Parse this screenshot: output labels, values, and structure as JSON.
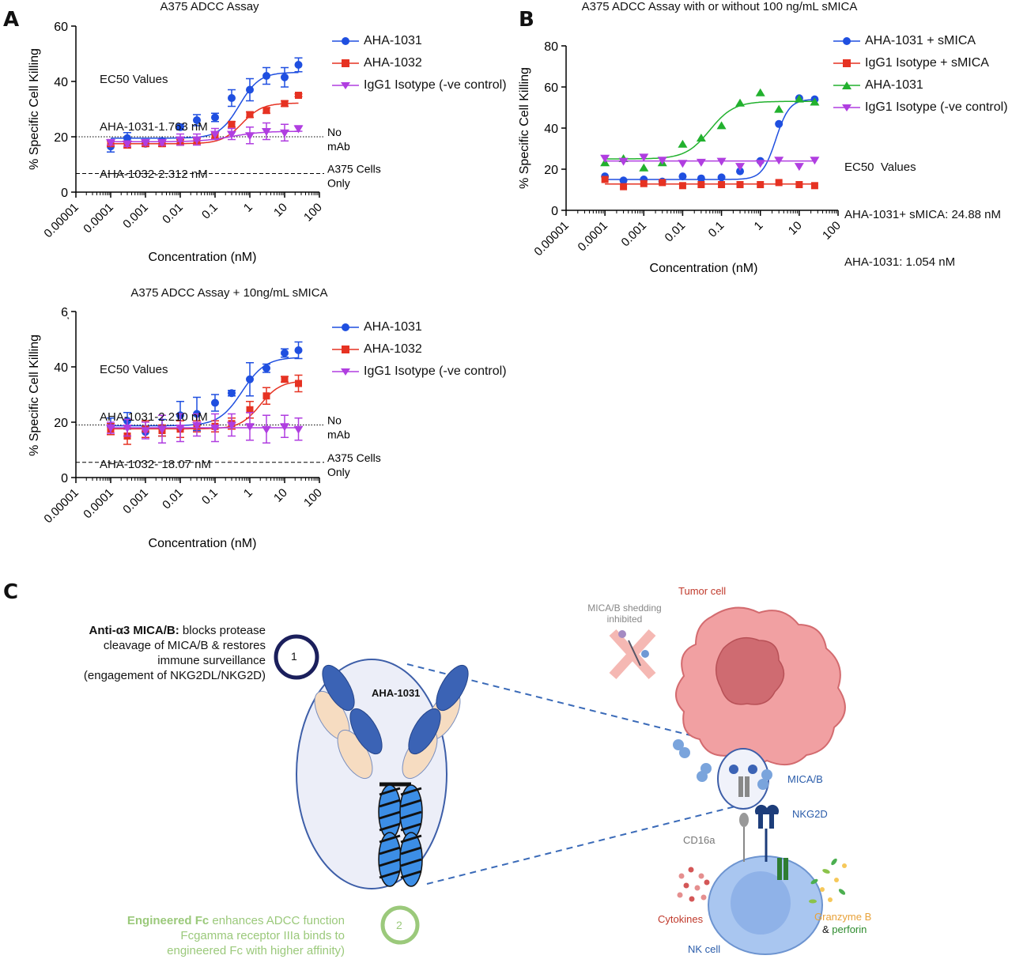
{
  "panels": {
    "a": "A",
    "b": "B",
    "c": "C"
  },
  "chart_data": [
    {
      "id": "chartA1",
      "type": "scatter",
      "title": "A375 ADCC Assay",
      "xlabel": "Concentration (nM)",
      "ylabel": "% Specific Cell Killing",
      "xscale": "log",
      "xlim": [
        1e-05,
        100
      ],
      "ylim": [
        0,
        60
      ],
      "y_ticks": [
        "0",
        "20",
        "40",
        "60"
      ],
      "x_ticks": [
        "0.00001",
        "0.0001",
        "0.001",
        "0.01",
        "0.1",
        "1",
        "10",
        "100"
      ],
      "legend_position": "top-right",
      "ec50_lines": [
        "EC50 Values",
        "AHA-1031-1.763 nM",
        "AHA-1032-2.312 nM"
      ],
      "reference_lines": [
        {
          "y": 20,
          "style": "dotted",
          "label": "No\nmAb"
        },
        {
          "y": 6.7,
          "style": "dashed",
          "label": "A375 Cells\nOnly"
        }
      ],
      "series": [
        {
          "name": "AHA-1031",
          "color": "#1f4fe0",
          "marker": "circle",
          "x": [
            0.0001,
            0.0003,
            0.001,
            0.003,
            0.01,
            0.03,
            0.1,
            0.3,
            1,
            3,
            10,
            25
          ],
          "y": [
            16.5,
            19.5,
            17.5,
            18.5,
            23.5,
            26,
            27,
            34,
            37,
            42,
            41.5,
            46
          ],
          "err": [
            2,
            2,
            1,
            1,
            1,
            2,
            1.5,
            3,
            4,
            3,
            3.5,
            2.5
          ],
          "fit": {
            "bottom": 19.5,
            "top": 43.3,
            "ec50": 0.5,
            "hill": 1.5
          }
        },
        {
          "name": "AHA-1032",
          "color": "#e63222",
          "marker": "square",
          "x": [
            0.0001,
            0.0003,
            0.001,
            0.003,
            0.01,
            0.03,
            0.1,
            0.3,
            1,
            3,
            10,
            25
          ],
          "y": [
            17.5,
            17,
            17.5,
            17.5,
            18,
            18.5,
            20.5,
            24.5,
            28,
            29.5,
            32,
            35
          ],
          "err": [
            1,
            1,
            1,
            1,
            1,
            1,
            1,
            1,
            1,
            1,
            1,
            0.5
          ],
          "fit": {
            "bottom": 17.5,
            "top": 32.2,
            "ec50": 0.6,
            "hill": 1.5
          }
        },
        {
          "name": "IgG1 Isotype (-ve control)",
          "color": "#b03ee0",
          "marker": "triangle-down",
          "x": [
            0.0001,
            0.0003,
            0.001,
            0.003,
            0.01,
            0.03,
            0.1,
            0.3,
            1,
            3,
            10,
            25
          ],
          "y": [
            18,
            17.5,
            18,
            18,
            19,
            19,
            21,
            21,
            20.5,
            22,
            21.5,
            23
          ],
          "err": [
            1,
            1,
            1,
            1,
            2,
            2,
            2,
            2,
            3,
            3,
            3,
            1
          ],
          "fit": {
            "bottom": 18.2,
            "top": 22.0,
            "ec50": 0.3,
            "hill": 1.0
          }
        }
      ]
    },
    {
      "id": "chartA2",
      "type": "scatter",
      "title": "A375 ADCC Assay + 10ng/mL sMICA",
      "xlabel": "Concentration (nM)",
      "ylabel": "% Specific Cell Killing",
      "xscale": "log",
      "xlim": [
        1e-05,
        100
      ],
      "ylim": [
        0,
        60
      ],
      "y_ticks": [
        "0",
        "20",
        "40",
        "6ͅ"
      ],
      "x_ticks": [
        "0.00001",
        "0.0001",
        "0.001",
        "0.01",
        "0.1",
        "1",
        "10",
        "100"
      ],
      "legend_position": "top-right",
      "ec50_lines": [
        "EC50 Values",
        "AHA-1031-2.210 nM",
        "AHA-1032- 18.07 nM"
      ],
      "reference_lines": [
        {
          "y": 19,
          "style": "dotted",
          "label": "No\nmAb"
        },
        {
          "y": 5.5,
          "style": "dashed",
          "label": "A375 Cells\nOnly"
        }
      ],
      "series": [
        {
          "name": "AHA-1031",
          "color": "#1f4fe0",
          "marker": "circle",
          "x": [
            0.0001,
            0.0003,
            0.001,
            0.003,
            0.01,
            0.03,
            0.1,
            0.3,
            1,
            3,
            10,
            25
          ],
          "y": [
            18.5,
            20.5,
            16.5,
            18,
            22.5,
            23,
            27,
            30.5,
            35.5,
            39.5,
            45,
            46
          ],
          "err": [
            3,
            3,
            2,
            3,
            5,
            6,
            3,
            1,
            6,
            1.5,
            1.5,
            3
          ],
          "fit": {
            "bottom": 18.7,
            "top": 43.5,
            "ec50": 0.6,
            "hill": 1.3
          }
        },
        {
          "name": "AHA-1032",
          "color": "#e63222",
          "marker": "square",
          "x": [
            0.0001,
            0.0003,
            0.001,
            0.003,
            0.01,
            0.03,
            0.1,
            0.3,
            1,
            3,
            10,
            25
          ],
          "y": [
            17.5,
            15,
            17.5,
            17,
            17.5,
            18.5,
            18.5,
            19.5,
            24.5,
            29.5,
            35.5,
            34
          ],
          "err": [
            2,
            3,
            3,
            2,
            3,
            2,
            2,
            2,
            3,
            3,
            1,
            3
          ],
          "fit": {
            "bottom": 17.6,
            "top": 35.0,
            "ec50": 2.0,
            "hill": 1.5
          }
        },
        {
          "name": "IgG1 Isotype (-ve control)",
          "color": "#b03ee0",
          "marker": "triangle-down",
          "x": [
            0.0001,
            0.0003,
            0.001,
            0.003,
            0.01,
            0.03,
            0.1,
            0.3,
            1,
            3,
            10,
            25
          ],
          "y": [
            18,
            18,
            17,
            17.5,
            18,
            19,
            18,
            19,
            18.5,
            17.5,
            18.5,
            17.5
          ],
          "err": [
            2,
            3,
            3,
            5,
            5,
            4,
            5,
            4,
            5,
            5,
            4,
            4
          ],
          "fit": {
            "bottom": 18.0,
            "top": 18.0,
            "ec50": 1,
            "hill": 1
          }
        }
      ]
    },
    {
      "id": "chartB",
      "type": "scatter",
      "title": "A375 ADCC Assay with or without 100 ng/mL sMICA",
      "xlabel": "Concentration (nM)",
      "ylabel": "% Specific Cell Killing",
      "xscale": "log",
      "xlim": [
        1e-05,
        100
      ],
      "ylim": [
        0,
        80
      ],
      "y_ticks": [
        "0",
        "20",
        "40",
        "60",
        "80"
      ],
      "x_ticks": [
        "0.00001",
        "0.0001",
        "0.001",
        "0.01",
        "0.1",
        "1",
        "10",
        "100"
      ],
      "legend_position": "top-right",
      "ec50_lines": [
        "EC50  Values",
        "AHA-1031+ sMICA: 24.88 nM",
        "AHA-1031: 1.054 nM"
      ],
      "reference_lines": [],
      "series": [
        {
          "name": "AHA-1031 + sMICA",
          "color": "#1f4fe0",
          "marker": "circle",
          "x": [
            0.0001,
            0.0003,
            0.001,
            0.003,
            0.01,
            0.03,
            0.1,
            0.3,
            1,
            3,
            10,
            25
          ],
          "y": [
            16.5,
            14.5,
            15,
            14,
            16.5,
            15.5,
            16,
            19,
            24,
            42,
            54.5,
            54
          ],
          "err": [],
          "fit": {
            "bottom": 15,
            "top": 54,
            "ec50": 2.5,
            "hill": 2.5
          }
        },
        {
          "name": "IgG1 Isotype + sMICA",
          "color": "#e63222",
          "marker": "square",
          "x": [
            0.0001,
            0.0003,
            0.001,
            0.003,
            0.01,
            0.03,
            0.1,
            0.3,
            1,
            3,
            10,
            25
          ],
          "y": [
            15,
            11.5,
            13,
            13.5,
            12,
            12.5,
            12.5,
            12.5,
            12.5,
            13.5,
            12.5,
            12
          ],
          "err": [],
          "fit": {
            "bottom": 12.8,
            "top": 12.8,
            "ec50": 1,
            "hill": 1
          }
        },
        {
          "name": "AHA-1031",
          "color": "#22b12e",
          "marker": "triangle-up",
          "x": [
            0.0001,
            0.0003,
            0.001,
            0.003,
            0.01,
            0.03,
            0.1,
            0.3,
            1,
            3,
            10,
            25
          ],
          "y": [
            23,
            25,
            20.5,
            23,
            32,
            35,
            41,
            52,
            57,
            49,
            54,
            52.5
          ],
          "err": [],
          "fit": {
            "bottom": 25,
            "top": 53,
            "ec50": 0.05,
            "hill": 1.4
          }
        },
        {
          "name": "IgG1 Isotype (-ve control)",
          "color": "#b03ee0",
          "marker": "triangle-down",
          "x": [
            0.0001,
            0.0003,
            0.001,
            0.003,
            0.01,
            0.03,
            0.1,
            0.3,
            1,
            3,
            10,
            25
          ],
          "y": [
            25.5,
            24,
            26,
            24.5,
            23,
            23.5,
            24,
            21.5,
            23,
            24.5,
            21.5,
            24.5
          ],
          "err": [],
          "fit": {
            "bottom": 24,
            "top": 24,
            "ec50": 1,
            "hill": 1
          }
        }
      ]
    }
  ],
  "diagram": {
    "text1_bold": "Anti-α3 MICA/B:",
    "text1_rest": " blocks protease",
    "text1_lines": [
      "cleavage of MICA/B & restores",
      "immune surveillance",
      "(engagement of NKG2DL/NKG2D)"
    ],
    "num1": "1",
    "num2": "2",
    "antibody_label": "AHA-1031",
    "text2_bold": "Engineered Fc",
    "text2_rest": " enhances ADCC function",
    "text2_lines": [
      "Fcgamma receptor IIIa binds to",
      "engineered Fc with higher affinity)"
    ],
    "tumor_label": "Tumor cell",
    "shedding_label": "MICA/B shedding\ninhibited",
    "mica_label": "MICA/B",
    "nkg2d_label": "NKG2D",
    "cd16a_label": "CD16a",
    "cytokines_label": "Cytokines",
    "nk_label": "NK cell",
    "granzyme_label": "Granzyme B",
    "perforin_amp": "& ",
    "perforin_label": "perforin",
    "colors": {
      "bold_text": "#000000",
      "fc_text": "#9bc97b",
      "circle1": "#1b1f5c",
      "tumor": "#ee9a9c",
      "tumor_label": "#c0392b",
      "nk": "#9dbff0",
      "nk_label": "#2a5caa",
      "blue_label": "#2a5caa",
      "granzyme": "#e8a23a",
      "perforin": "#2e8b2e",
      "cytokines": "#c0392b"
    }
  }
}
